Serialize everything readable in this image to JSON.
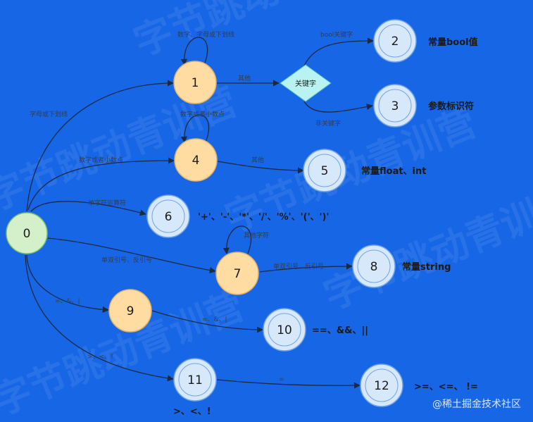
{
  "states": [
    {
      "id": "s0",
      "label": "0",
      "style": "start"
    },
    {
      "id": "s1",
      "label": "1",
      "style": "mid"
    },
    {
      "id": "s2",
      "label": "2",
      "style": "final"
    },
    {
      "id": "s3",
      "label": "3",
      "style": "final"
    },
    {
      "id": "s4",
      "label": "4",
      "style": "mid"
    },
    {
      "id": "s5",
      "label": "5",
      "style": "final"
    },
    {
      "id": "s6",
      "label": "6",
      "style": "final"
    },
    {
      "id": "s7",
      "label": "7",
      "style": "mid"
    },
    {
      "id": "s8",
      "label": "8",
      "style": "final"
    },
    {
      "id": "s9",
      "label": "9",
      "style": "mid"
    },
    {
      "id": "s10",
      "label": "10",
      "style": "final"
    },
    {
      "id": "s11",
      "label": "11",
      "style": "final"
    },
    {
      "id": "s12",
      "label": "12",
      "style": "final"
    }
  ],
  "decision": {
    "id": "keyword",
    "label": "关键字"
  },
  "transitions": [
    {
      "from": "s0",
      "to": "s1",
      "label": "字母或下划线"
    },
    {
      "from": "s1",
      "to": "s1",
      "label": "数字、字母或下划线"
    },
    {
      "from": "s1",
      "to": "keyword",
      "label": "其他"
    },
    {
      "from": "keyword",
      "to": "s2",
      "label": "bool关键字"
    },
    {
      "from": "keyword",
      "to": "s3",
      "label": "非关键字"
    },
    {
      "from": "s0",
      "to": "s4",
      "label": "数字或者小数点"
    },
    {
      "from": "s4",
      "to": "s4",
      "label": "数字或者小数点"
    },
    {
      "from": "s4",
      "to": "s5",
      "label": "其他"
    },
    {
      "from": "s0",
      "to": "s6",
      "label": "单字符运算符"
    },
    {
      "from": "s0",
      "to": "s7",
      "label": "单双引号、反引号"
    },
    {
      "from": "s7",
      "to": "s7",
      "label": "其他字符"
    },
    {
      "from": "s7",
      "to": "s8",
      "label": "单双引号、反引号"
    },
    {
      "from": "s0",
      "to": "s9",
      "label": "=、&、|"
    },
    {
      "from": "s9",
      "to": "s10",
      "label": "=、&、|"
    },
    {
      "from": "s0",
      "to": "s11",
      "label": ">、<、!"
    },
    {
      "from": "s11",
      "to": "s12",
      "label": "="
    }
  ],
  "tokens": {
    "s2": "常量bool值",
    "s3": "参数标识符",
    "s5": "常量float、int",
    "s6": "'+'、'-'、'*'、'/'、'%'、'('、')'",
    "s8": "常量string",
    "s10": "==、&&、||",
    "s11": ">、<、!",
    "s12": ">=、<=、 !="
  },
  "watermark": "字节跳动青训营",
  "credit": "@稀土掘金技术社区",
  "colors": {
    "background": "#1766e6",
    "start_fill": "#d3f0cb",
    "start_stroke": "#7cc06a",
    "mid_fill": "#ffdca1",
    "mid_stroke": "#e2b16a",
    "final_fill": "#d8e8fb",
    "final_stroke": "#6fa3e6",
    "decision_fill": "#b8f3f2",
    "edge": "#1b2a44"
  }
}
